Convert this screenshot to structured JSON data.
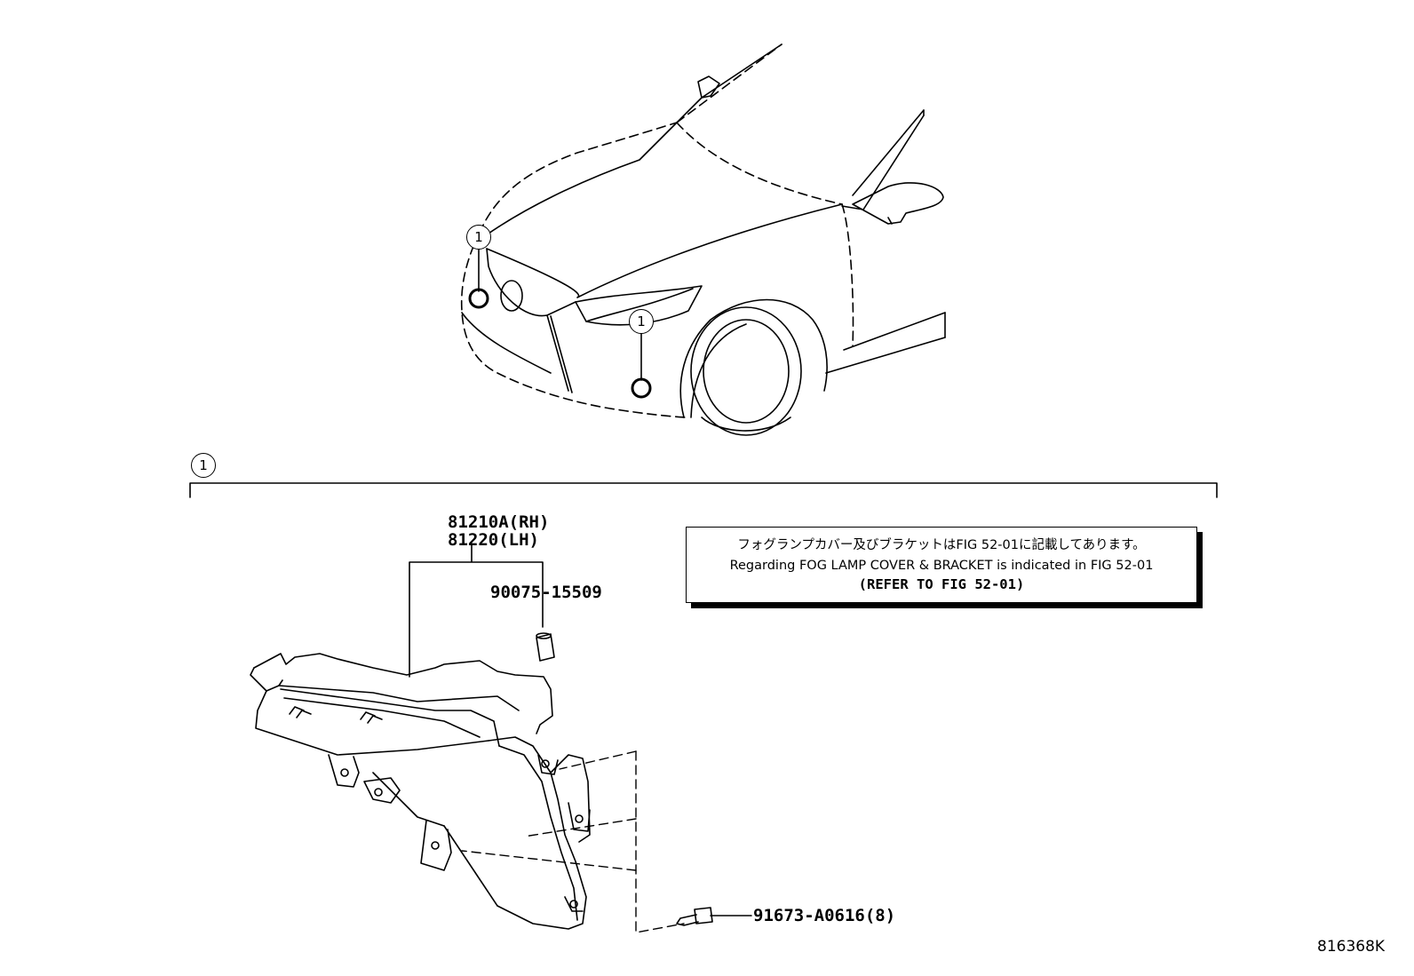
{
  "callouts": {
    "ref": "1"
  },
  "parts": {
    "lamp_rh": "81210A(RH)",
    "lamp_lh": "81220(LH)",
    "clip": "90075-15509",
    "screw": "91673-A0616(8)"
  },
  "note": {
    "japanese": "フォグランプカバー及びブラケットはFIG 52-01に記載してあります。",
    "english": "Regarding FOG LAMP COVER & BRACKET is indicated in FIG 52-01",
    "refer": "(REFER TO FIG 52-01)"
  },
  "figure_number": "816368K"
}
